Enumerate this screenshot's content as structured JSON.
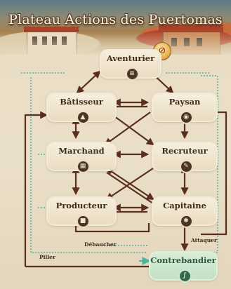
{
  "board": {
    "title": "Plateau Actions des Puertomas"
  },
  "roles": {
    "aventurier": {
      "label": "Aventurier",
      "icon": "≡"
    },
    "batisseur": {
      "label": "Bâtisseur",
      "icon": "▲"
    },
    "paysan": {
      "label": "Paysan",
      "icon": "◉"
    },
    "marchand": {
      "label": "Marchand",
      "icon": "▦"
    },
    "recruteur": {
      "label": "Recruteur",
      "icon": "✎"
    },
    "producteur": {
      "label": "Producteur",
      "icon": "■"
    },
    "capitaine": {
      "label": "Capitaine",
      "icon": "✱"
    },
    "contrebandier": {
      "label": "Contrebandier",
      "icon": "∫"
    }
  },
  "actions": {
    "piller": "Piller",
    "debaucher": "Débaucher",
    "attaquer": "Attaquer"
  },
  "icons": {
    "forbidden_coin": "coin-forbidden-icon"
  },
  "colors": {
    "path_brown": "#5a2f1f",
    "path_teal": "#4fb3a3",
    "smuggler_green": "#2d5a3c"
  }
}
